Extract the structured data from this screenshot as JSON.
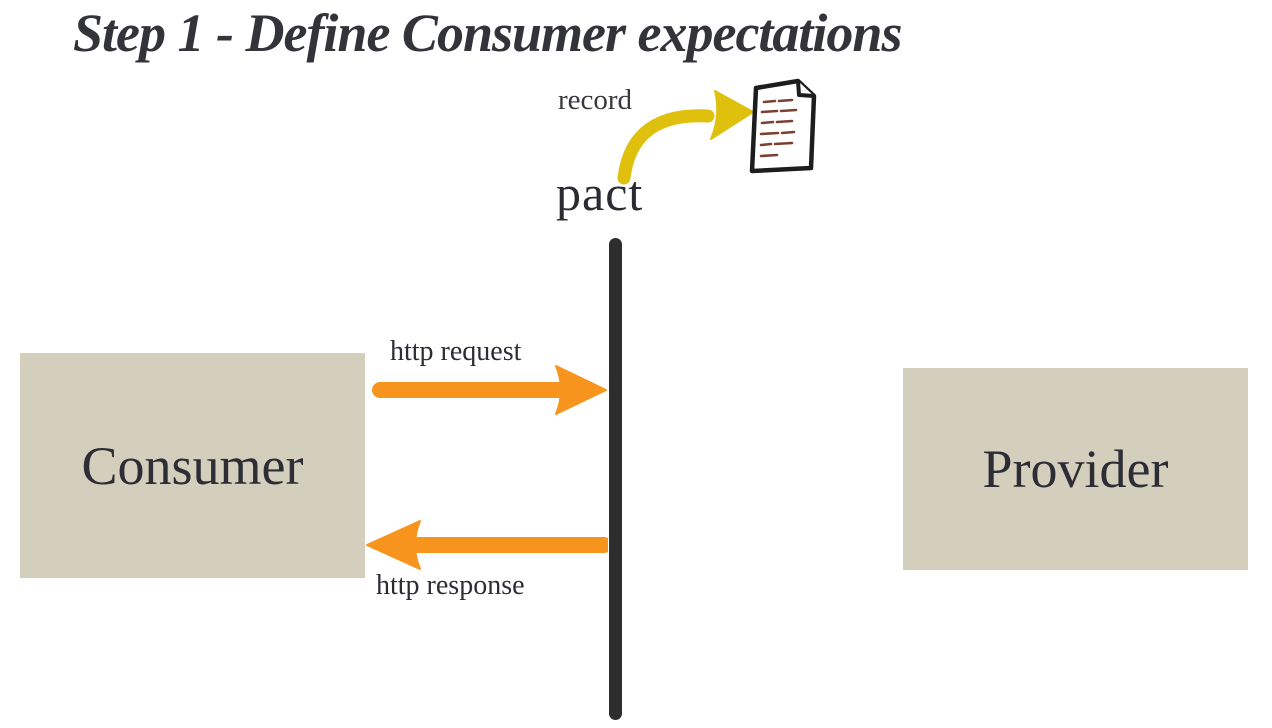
{
  "title": "Step 1 - Define Consumer expectations",
  "nodes": {
    "consumer": "Consumer",
    "provider": "Provider"
  },
  "labels": {
    "record": "record",
    "pact": "pact",
    "http_request": "http request",
    "http_response": "http response"
  },
  "icons": {
    "pact_document": "document-icon",
    "record_arrow": "curved-arrow-icon",
    "request_arrow": "right-arrow-icon",
    "response_arrow": "left-arrow-icon"
  },
  "colors": {
    "box_bg": "#d4cebc",
    "arrow_orange": "#f7941e",
    "arrow_gold": "#dfc00c",
    "lifeline": "#2e2e2e",
    "text_dark": "#2d2d36",
    "doc_scribble": "#7a4034",
    "background": "#ffffff"
  }
}
